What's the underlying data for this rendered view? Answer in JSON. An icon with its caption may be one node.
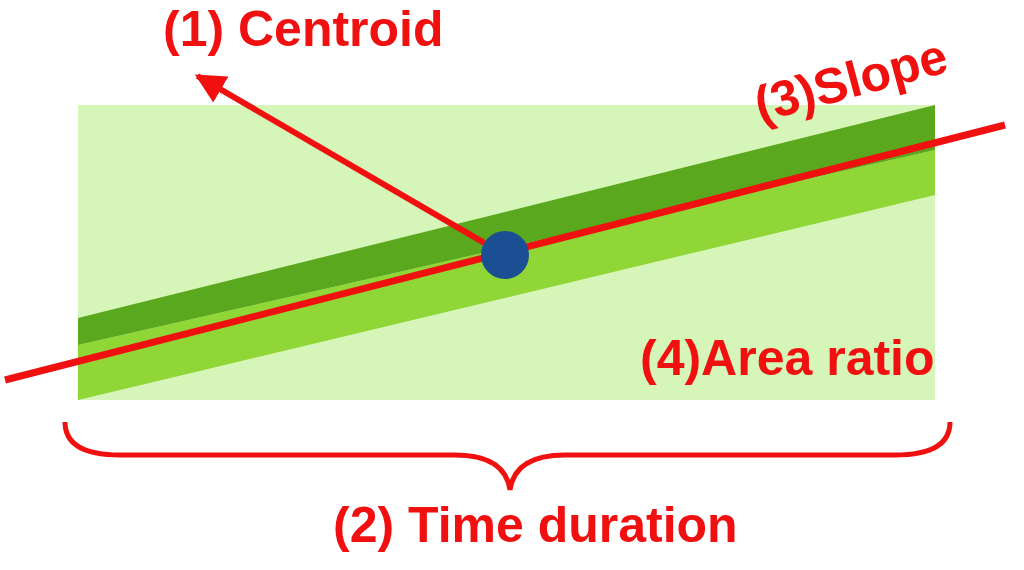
{
  "diagram": {
    "nodes": [
      {
        "text": [
          "(1) Centroid"
        ]
      },
      {
        "text": [],
        "shape": "circle"
      }
    ],
    "edges": [
      {
        "from": 1,
        "to": 0,
        "arrow": "to"
      }
    ],
    "labels": [
      "(3)Slope",
      "(4)Area ratio",
      "(2) Time duration"
    ]
  }
}
